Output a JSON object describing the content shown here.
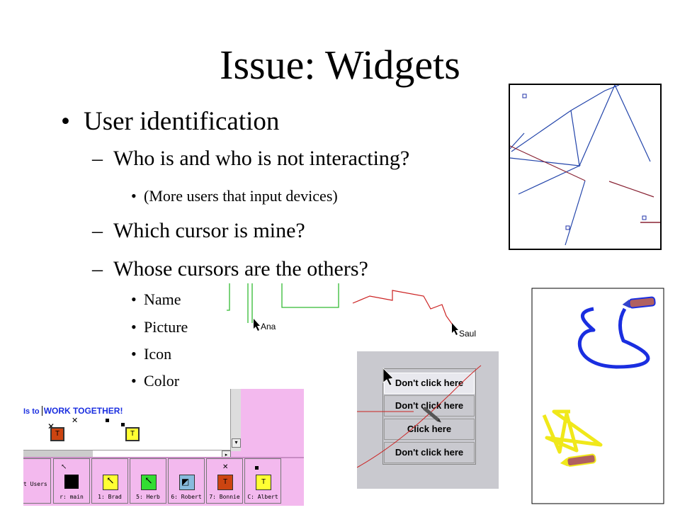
{
  "slide": {
    "title": "Issue: Widgets",
    "bullets": {
      "b1": "User identification",
      "b1a": "Who is and who is not interacting?",
      "b1a_i": "(More users that input devices)",
      "b1b": "Which cursor is mine?",
      "b1c": "Whose cursors are the others?",
      "sub": [
        "Name",
        "Picture",
        "Icon",
        "Color"
      ]
    },
    "bullet_glyph": "•",
    "dash_glyph": "–"
  },
  "cursor_labels": {
    "ana": "Ana",
    "saul": "Saul"
  },
  "pane": {
    "buttons": [
      "Don't click here",
      "Don't click here",
      "Click here",
      "Don't click here"
    ]
  },
  "groupware": {
    "banner_prefix": "Is to",
    "banner_main": "WORK TOGETHER!",
    "tool_letter": "T",
    "users_label": "t Users",
    "users": [
      {
        "label": "r: main",
        "color": "#000000"
      },
      {
        "label": "1: Brad",
        "color": "#ffff33"
      },
      {
        "label": "5: Herb",
        "color": "#33dd33"
      },
      {
        "label": "6: Robert",
        "color": "#88bbdd"
      },
      {
        "label": "7: Bonnie",
        "color": "#cc4411"
      },
      {
        "label": "C: Albert",
        "color": "#ffff33"
      }
    ]
  },
  "colors": {
    "accent_green": "#33bb33",
    "accent_red": "#cc2222",
    "sketch_blue": "#1a2ee0",
    "sketch_yellow": "#f0e81a",
    "pink": "#f3b9ee"
  }
}
